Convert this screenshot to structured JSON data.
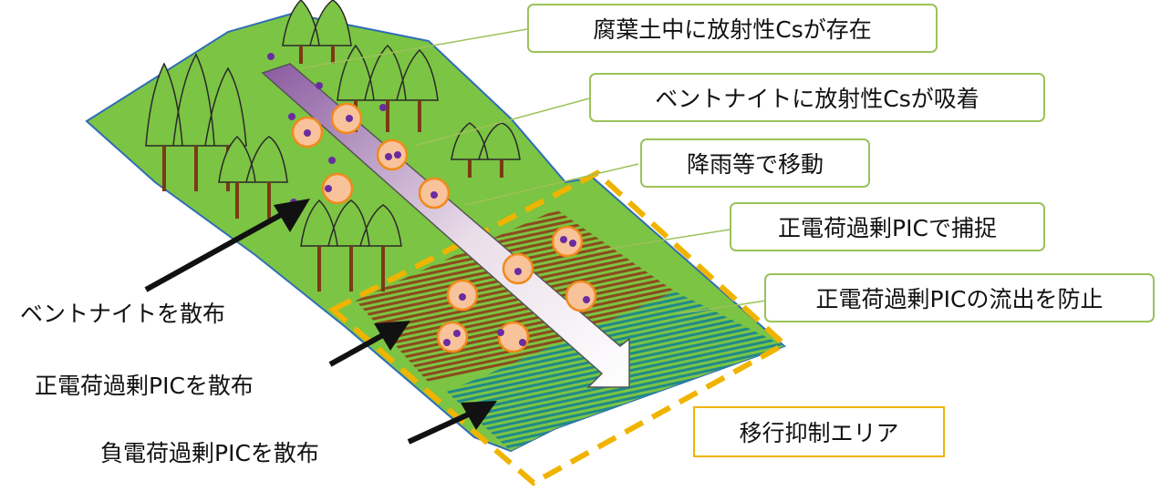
{
  "callouts": {
    "humus_cs": "腐葉土中に放射性Csが存在",
    "bentonite_adsorb": "ベントナイトに放射性Csが吸着",
    "rain_move": "降雨等で移動",
    "pos_pic_capture": "正電荷過剰PICで捕捉",
    "pos_pic_prevent": "正電荷過剰PICの流出を防止"
  },
  "left_labels": {
    "bentonite_spread": "ベントナイトを散布",
    "pos_pic_spread": "正電荷過剰PICを散布",
    "neg_pic_spread": "負電荷過剰PICを散布"
  },
  "zone": {
    "label": "移行抑制エリア"
  },
  "colors": {
    "ground_green": "#7cc443",
    "ground_edge": "#2f6db5",
    "callout_border": "#9cc25a",
    "zone_border": "#f0b400",
    "stripe_brown": "#8b4a1c",
    "stripe_teal": "#1f8a8a",
    "particle_fill": "#f8c39a",
    "particle_edge": "#f08a1c",
    "particle_dot": "#6a2ca0",
    "flow_arrow": "#8a5aa0"
  },
  "icons": [
    "tree-cluster-icon",
    "flow-arrow-icon",
    "pointer-arrow-icon",
    "cs-particle-icon"
  ]
}
